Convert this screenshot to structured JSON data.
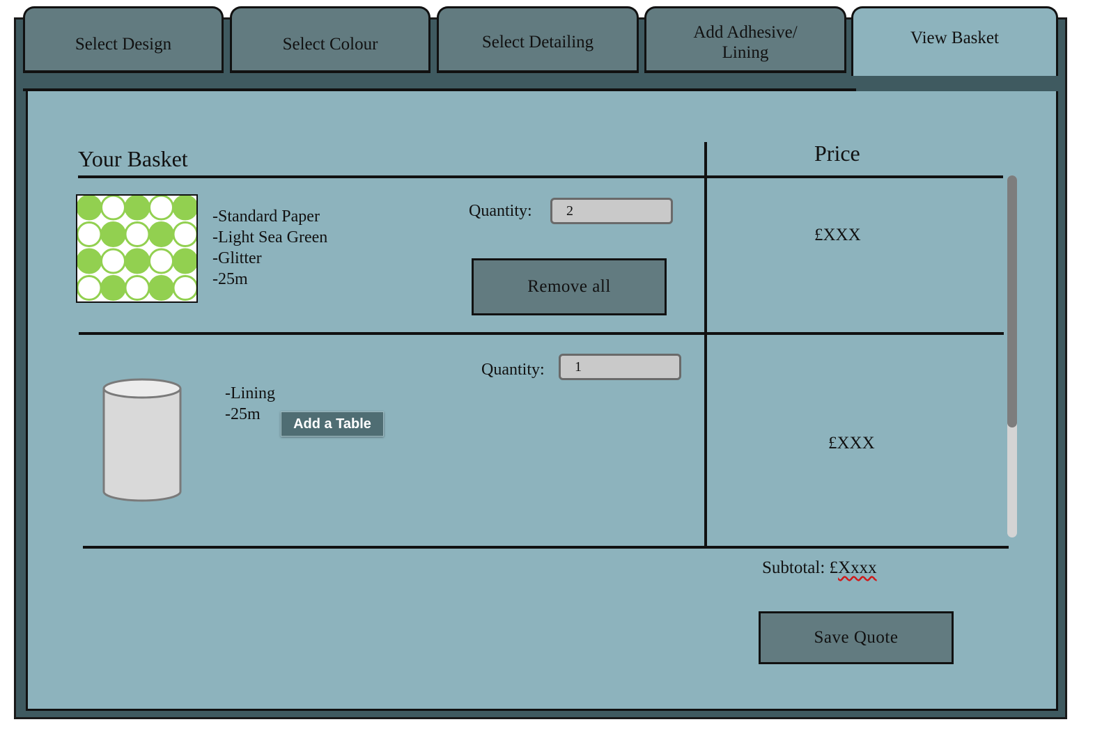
{
  "tabs": [
    {
      "label": "Select Design",
      "active": false
    },
    {
      "label": "Select Colour",
      "active": false
    },
    {
      "label": "Select Detailing",
      "active": false
    },
    {
      "label": "Add Adhesive/ Lining",
      "active": false
    },
    {
      "label": "View Basket",
      "active": true
    }
  ],
  "basket": {
    "title": "Your Basket",
    "price_header": "Price",
    "items": [
      {
        "lines": [
          "-Standard Paper",
          "-Light Sea Green",
          "-Glitter",
          "-25m"
        ],
        "quantity_label": "Quantity:",
        "quantity_value": "2",
        "remove_label": "Remove all",
        "price": "£XXX"
      },
      {
        "lines": [
          "-Lining",
          "-25m"
        ],
        "quantity_label": "Quantity:",
        "quantity_value": "1",
        "price": "£XXX"
      }
    ],
    "subtotal_label": "Subtotal: £",
    "subtotal_value": "Xxxx",
    "save_label": "Save Quote"
  },
  "tooltip": {
    "label": "Add a Table"
  },
  "colors": {
    "frame": "#3f5a60",
    "panel": "#8db3bd",
    "tab": "#627b80",
    "button": "#627b80",
    "pattern_green": "#92d050",
    "tooltip": "#4f6d73"
  },
  "icons": {
    "item1": "wallpaper-pattern-swatch",
    "item2": "lining-roll-cylinder"
  }
}
